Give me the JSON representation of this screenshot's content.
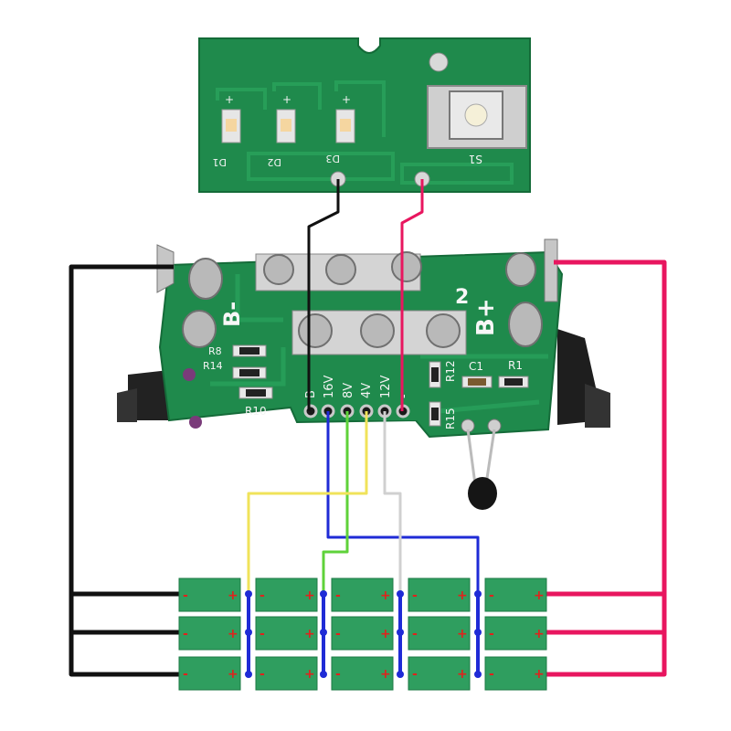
{
  "top_board": {
    "leds": [
      "D1",
      "D2",
      "D3"
    ],
    "switch_label": "S1",
    "plus_mark": "+"
  },
  "main_board": {
    "b_minus": "B-",
    "b_plus": "B+",
    "b2": "2",
    "resistors": [
      "R8",
      "R14",
      "R10",
      "R12",
      "R15",
      "R1"
    ],
    "capacitor": "C1",
    "pins": [
      "B",
      "16V",
      "8V",
      "4V",
      "12V"
    ],
    "pin_minus": "-"
  },
  "cell_marks": {
    "minus": "-",
    "plus": "+"
  },
  "colors": {
    "pcb": "#1f8a4c",
    "pcb_dark": "#146b38",
    "wire_black": "#111111",
    "wire_red": "#e8165f",
    "wire_blue": "#1f2bd6",
    "wire_green": "#5fd23a",
    "wire_yellow": "#f0e35a",
    "wire_white": "#cfcfcf",
    "cell": "#2f9e5f"
  }
}
